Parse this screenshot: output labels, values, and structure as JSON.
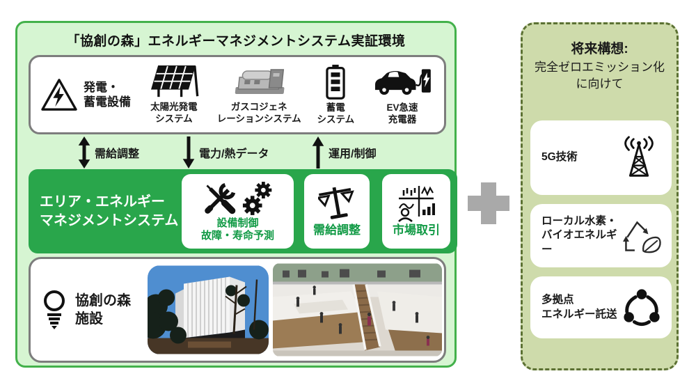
{
  "left_panel": {
    "title": "「協創の森」エネルギーマネジメントシステム実証環境",
    "equipment": {
      "heading": {
        "line1": "発電・",
        "line2": "蓄電設備"
      },
      "items": [
        {
          "icon": "solar-panel-icon",
          "line1": "太陽光発電",
          "line2": "システム"
        },
        {
          "icon": "gas-cogeneration-icon",
          "line1": "ガスコジェネ",
          "line2": "レーションシステム"
        },
        {
          "icon": "battery-icon",
          "line1": "蓄電",
          "line2": "システム"
        },
        {
          "icon": "ev-charger-icon",
          "line1": "EV急速",
          "line2": "充電器"
        }
      ]
    },
    "flows": [
      {
        "label": "需給調整",
        "direction": "both"
      },
      {
        "label": "電力/熱データ",
        "direction": "down"
      },
      {
        "label": "運用/制御",
        "direction": "up"
      }
    ],
    "aems": {
      "label": {
        "line1": "エリア・エネルギー",
        "line2": "マネジメントシステム"
      },
      "functions": [
        {
          "line1": "設備制御",
          "line2": "故障・寿命予測",
          "icons": "tools-icon, gears-icon"
        },
        {
          "line1": "需給調整",
          "icon": "balance-scale-icon"
        },
        {
          "line1": "市場取引",
          "icon": "market-chart-icon"
        }
      ]
    },
    "facility": {
      "label": {
        "line1": "協創の森",
        "line2": "施設"
      },
      "photos": [
        "building-exterior-photo",
        "atrium-interior-photo"
      ]
    }
  },
  "future_panel": {
    "title": {
      "line1": "将来構想:",
      "line2": "完全ゼロエミッション化",
      "line3": "に向けて"
    },
    "items": [
      {
        "line1": "5G技術",
        "line2": "",
        "icon": "antenna-tower-icon"
      },
      {
        "line1": "ローカル水素・",
        "line2": "バイオエネルギー",
        "icon": "recycle-leaf-icon"
      },
      {
        "line1": "多拠点",
        "line2": "エネルギー託送",
        "icon": "multi-site-network-icon"
      }
    ]
  },
  "colors": {
    "panel_bg": "#d6f5d2",
    "panel_border": "#43b14b",
    "aems_green": "#29a64b",
    "function_text_green": "#119a45",
    "box_border_gray": "#7d7d7d",
    "future_bg": "#cedbab",
    "future_border": "#5c7133",
    "plus_gray": "#a9a9a9"
  }
}
